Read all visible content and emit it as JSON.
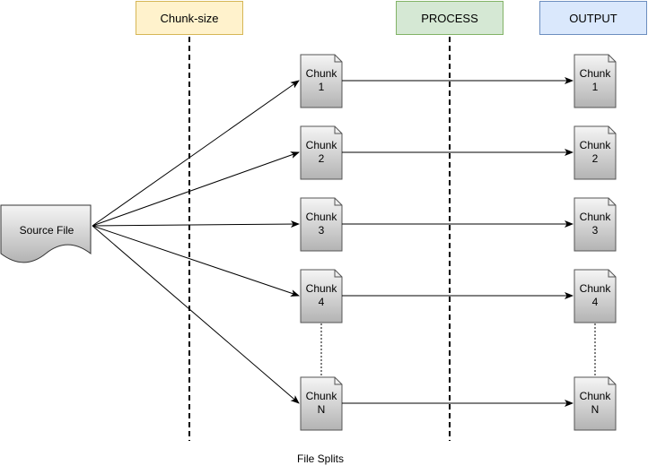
{
  "lanes": {
    "chunk_size": {
      "label": "Chunk-size",
      "fill": "#fff2cc",
      "stroke": "#d6b656"
    },
    "process": {
      "label": "PROCESS",
      "fill": "#d5e8d4",
      "stroke": "#82b366"
    },
    "output": {
      "label": "OUTPUT",
      "fill": "#dae8fc",
      "stroke": "#6c8ebf"
    }
  },
  "source": {
    "label": "Source File"
  },
  "chunks": [
    {
      "label": "Chunk\n1"
    },
    {
      "label": "Chunk\n2"
    },
    {
      "label": "Chunk\n3"
    },
    {
      "label": "Chunk\n4"
    },
    {
      "label": "Chunk\nN"
    }
  ],
  "outputs": [
    {
      "label": "Chunk\n1"
    },
    {
      "label": "Chunk\n2"
    },
    {
      "label": "Chunk\n3"
    },
    {
      "label": "Chunk\n4"
    },
    {
      "label": "Chunk\nN"
    }
  ],
  "caption": "File Splits"
}
